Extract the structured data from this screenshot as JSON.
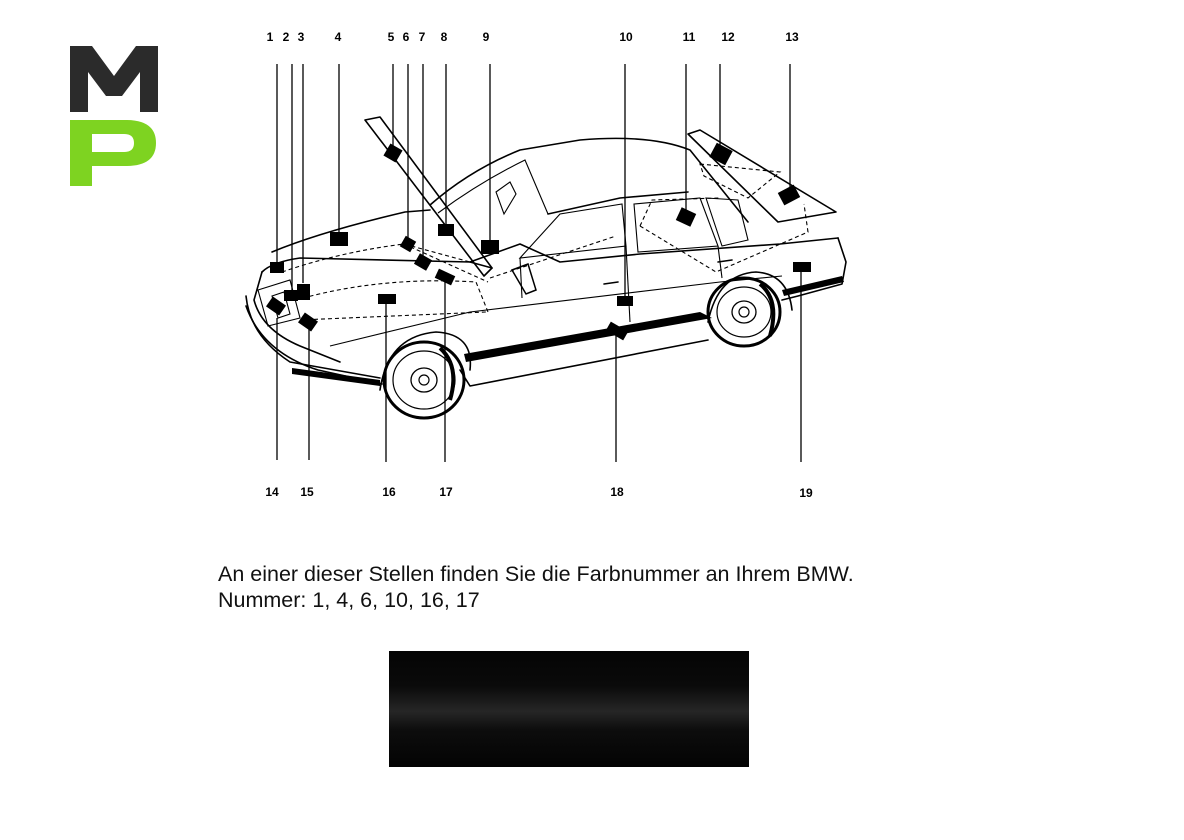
{
  "logo": {
    "letters": "MP",
    "top_color": "#2b2b2b",
    "bottom_color": "#7ed321"
  },
  "diagram": {
    "top_labels": [
      "1",
      "2",
      "3",
      "4",
      "5",
      "6",
      "7",
      "8",
      "9",
      "10",
      "11",
      "12",
      "13"
    ],
    "bottom_labels": [
      "14",
      "15",
      "16",
      "17",
      "18",
      "19"
    ]
  },
  "caption": {
    "line1": "An einer dieser Stellen finden Sie die Farbnummer an Ihrem BMW.",
    "line2": "Nummer: 1, 4, 6, 10, 16, 17"
  },
  "swatch": {
    "color": "#0a0a0a"
  }
}
